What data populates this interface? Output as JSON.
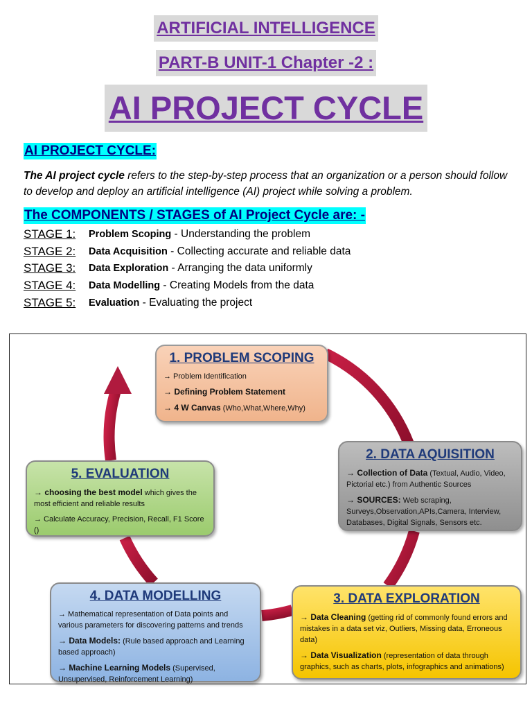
{
  "header": {
    "title_line1": "ARTIFICIAL INTELLIGENCE",
    "title_line2": "PART-B UNIT-1 Chapter -2 :",
    "main_title": "AI PROJECT CYCLE"
  },
  "section_cycle": {
    "heading": "AI PROJECT CYCLE:",
    "intro_bold": "The AI project cycle",
    "intro_rest": " refers to the step-by-step process that an organization or a person should follow to develop and deploy an artificial intelligence (AI) project while solving a problem."
  },
  "section_stages": {
    "heading": "The COMPONENTS / STAGES of AI Project Cycle are: -",
    "stages": [
      {
        "num": "STAGE 1:",
        "name": "Problem Scoping",
        "desc": "  -  Understanding  the  problem"
      },
      {
        "num": "STAGE 2:",
        "name": "Data Acquisition",
        "desc": " - Collecting accurate and reliable data"
      },
      {
        "num": "STAGE 3:",
        "name": "Data Exploration",
        "desc": " - Arranging the data uniformly"
      },
      {
        "num": "STAGE 4:",
        "name": "Data Modelling",
        "desc": " - Creating Models from the data"
      },
      {
        "num": "STAGE 5:",
        "name": "Evaluation",
        "desc": " - Evaluating the project"
      }
    ]
  },
  "diagram": {
    "arrow_color": "#a31436",
    "boxes": [
      {
        "title": "1. PROBLEM SCOPING",
        "color": "#f4bf9b",
        "items": [
          {
            "main": "→ Problem Identification",
            "extra": ""
          },
          {
            "main": "→ Defining Problem Statement",
            "extra": ""
          },
          {
            "main": "→ 4 W Canvas",
            "extra": " (Who,What,Where,Why)"
          }
        ]
      },
      {
        "title": "2. DATA AQUISITION",
        "color": "#a6a6a6",
        "items": [
          {
            "main": "→ Collection of Data",
            "extra": " (Textual, Audio, Video, Pictorial etc.) from Authentic Sources"
          },
          {
            "main": "→ SOURCES:",
            "extra": " Web scraping, Surveys,Observation,APIs,Camera, Interview, Databases, Digital Signals, Sensors etc."
          }
        ]
      },
      {
        "title": "3. DATA EXPLORATION",
        "color": "#ffd421",
        "items": [
          {
            "main": "→ Data Cleaning",
            "extra": " (getting rid of commonly found errors and mistakes in a data set viz, Outliers, Missing data, Erroneous data)"
          },
          {
            "main": "→ Data Visualization",
            "extra": " (representation of data through graphics, such as charts, plots, infographics and animations)"
          }
        ]
      },
      {
        "title": "4. DATA MODELLING",
        "color": "#a9c6ea",
        "items": [
          {
            "main": "→ Mathematical representation of Data points and various parameters for discovering patterns and trends",
            "extra": ""
          },
          {
            "main": "→ Data Models:",
            "extra": "  (Rule based approach and Learning based approach)"
          },
          {
            "main": "→ Machine Learning Models",
            "extra": " (Supervised, Unsupervised, Reinforcement Learning)"
          }
        ]
      },
      {
        "title": "5. EVALUATION",
        "color": "#b3d88c",
        "items": [
          {
            "main": "→ choosing the best model",
            "extra": " which gives the most efficient and reliable results"
          },
          {
            "main": "→ Calculate Accuracy, Precision, Recall, F1 Score ()",
            "extra": ""
          }
        ]
      }
    ]
  }
}
